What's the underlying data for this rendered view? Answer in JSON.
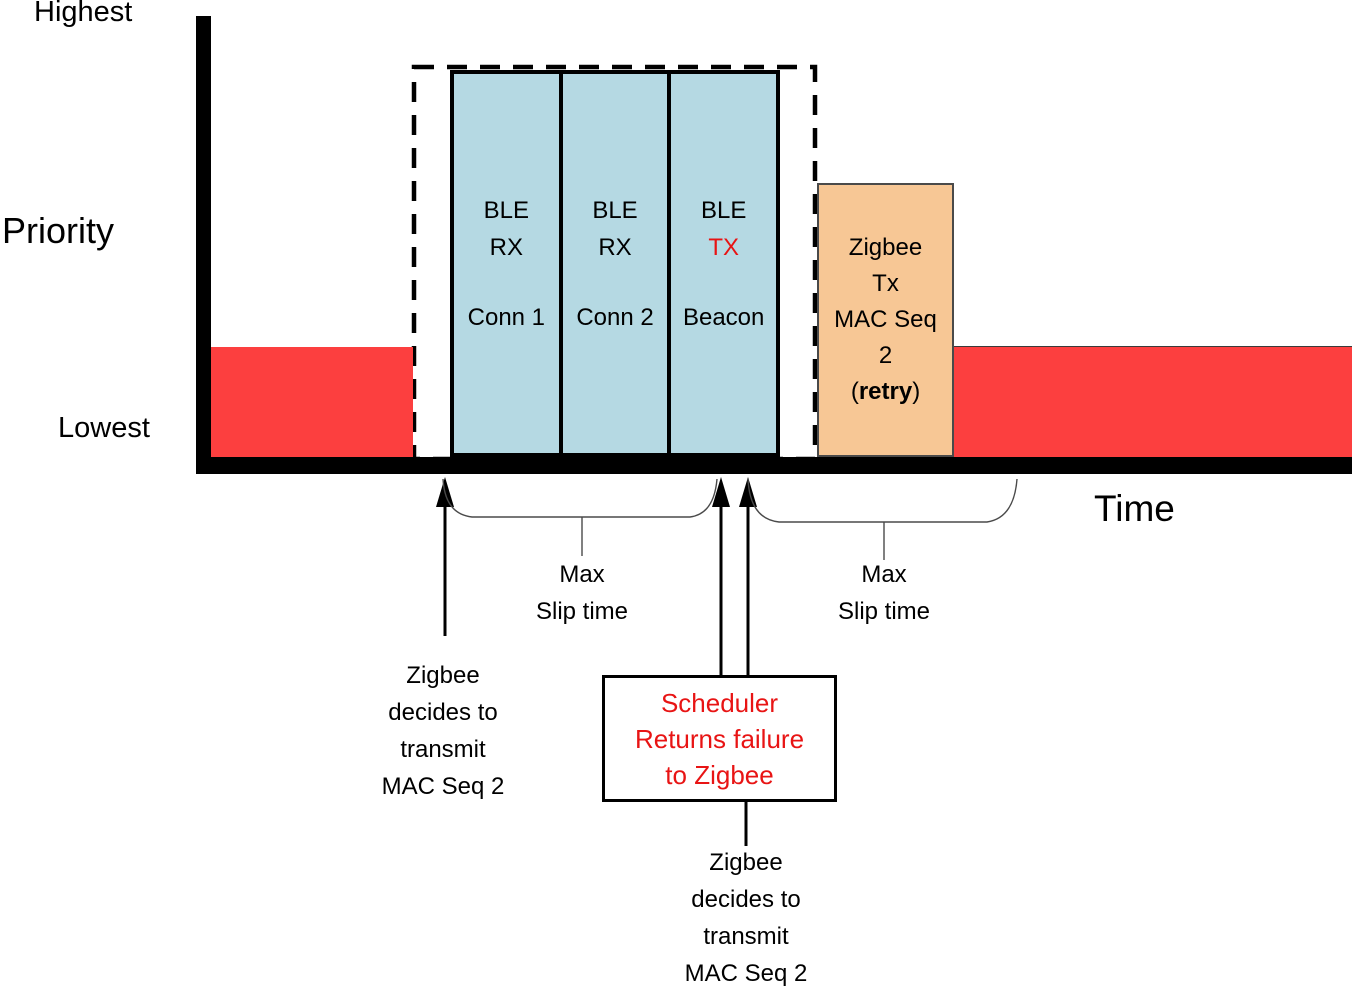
{
  "labels": {
    "highest": "Highest",
    "priority": "Priority",
    "lowest": "Lowest",
    "time": "Time"
  },
  "ble_blocks": [
    {
      "proto": "BLE",
      "op": "RX",
      "sub": "Conn 1"
    },
    {
      "proto": "BLE",
      "op": "RX",
      "sub": "Conn 2"
    },
    {
      "proto": "BLE",
      "op": "TX",
      "sub": "Beacon"
    }
  ],
  "zigbee_block": {
    "line1": "Zigbee",
    "line2": "Tx",
    "line3": "MAC Seq",
    "line4": "2",
    "retry_prefix": "(",
    "retry_word": "retry",
    "retry_suffix": ")"
  },
  "annotations": {
    "max_slip_left": {
      "line1": "Max",
      "line2": "Slip time"
    },
    "max_slip_right": {
      "line1": "Max",
      "line2": "Slip time"
    },
    "zigbee_decides_left": {
      "line1": "Zigbee",
      "line2": "decides to",
      "line3": "transmit",
      "line4": "MAC Seq 2"
    },
    "zigbee_decides_bottom": {
      "line1": "Zigbee",
      "line2": "decides to",
      "line3": "transmit",
      "line4": "MAC Seq 2"
    },
    "scheduler_box": {
      "line1": "Scheduler",
      "line2": "Returns failure",
      "line3": "to Zigbee"
    }
  },
  "colors": {
    "busy_red": "#FC3F3F",
    "ble_blue": "#B5D9E3",
    "zigbee_orange": "#F7C795",
    "alert_red_text": "#E81414",
    "axis_black": "#000000"
  }
}
